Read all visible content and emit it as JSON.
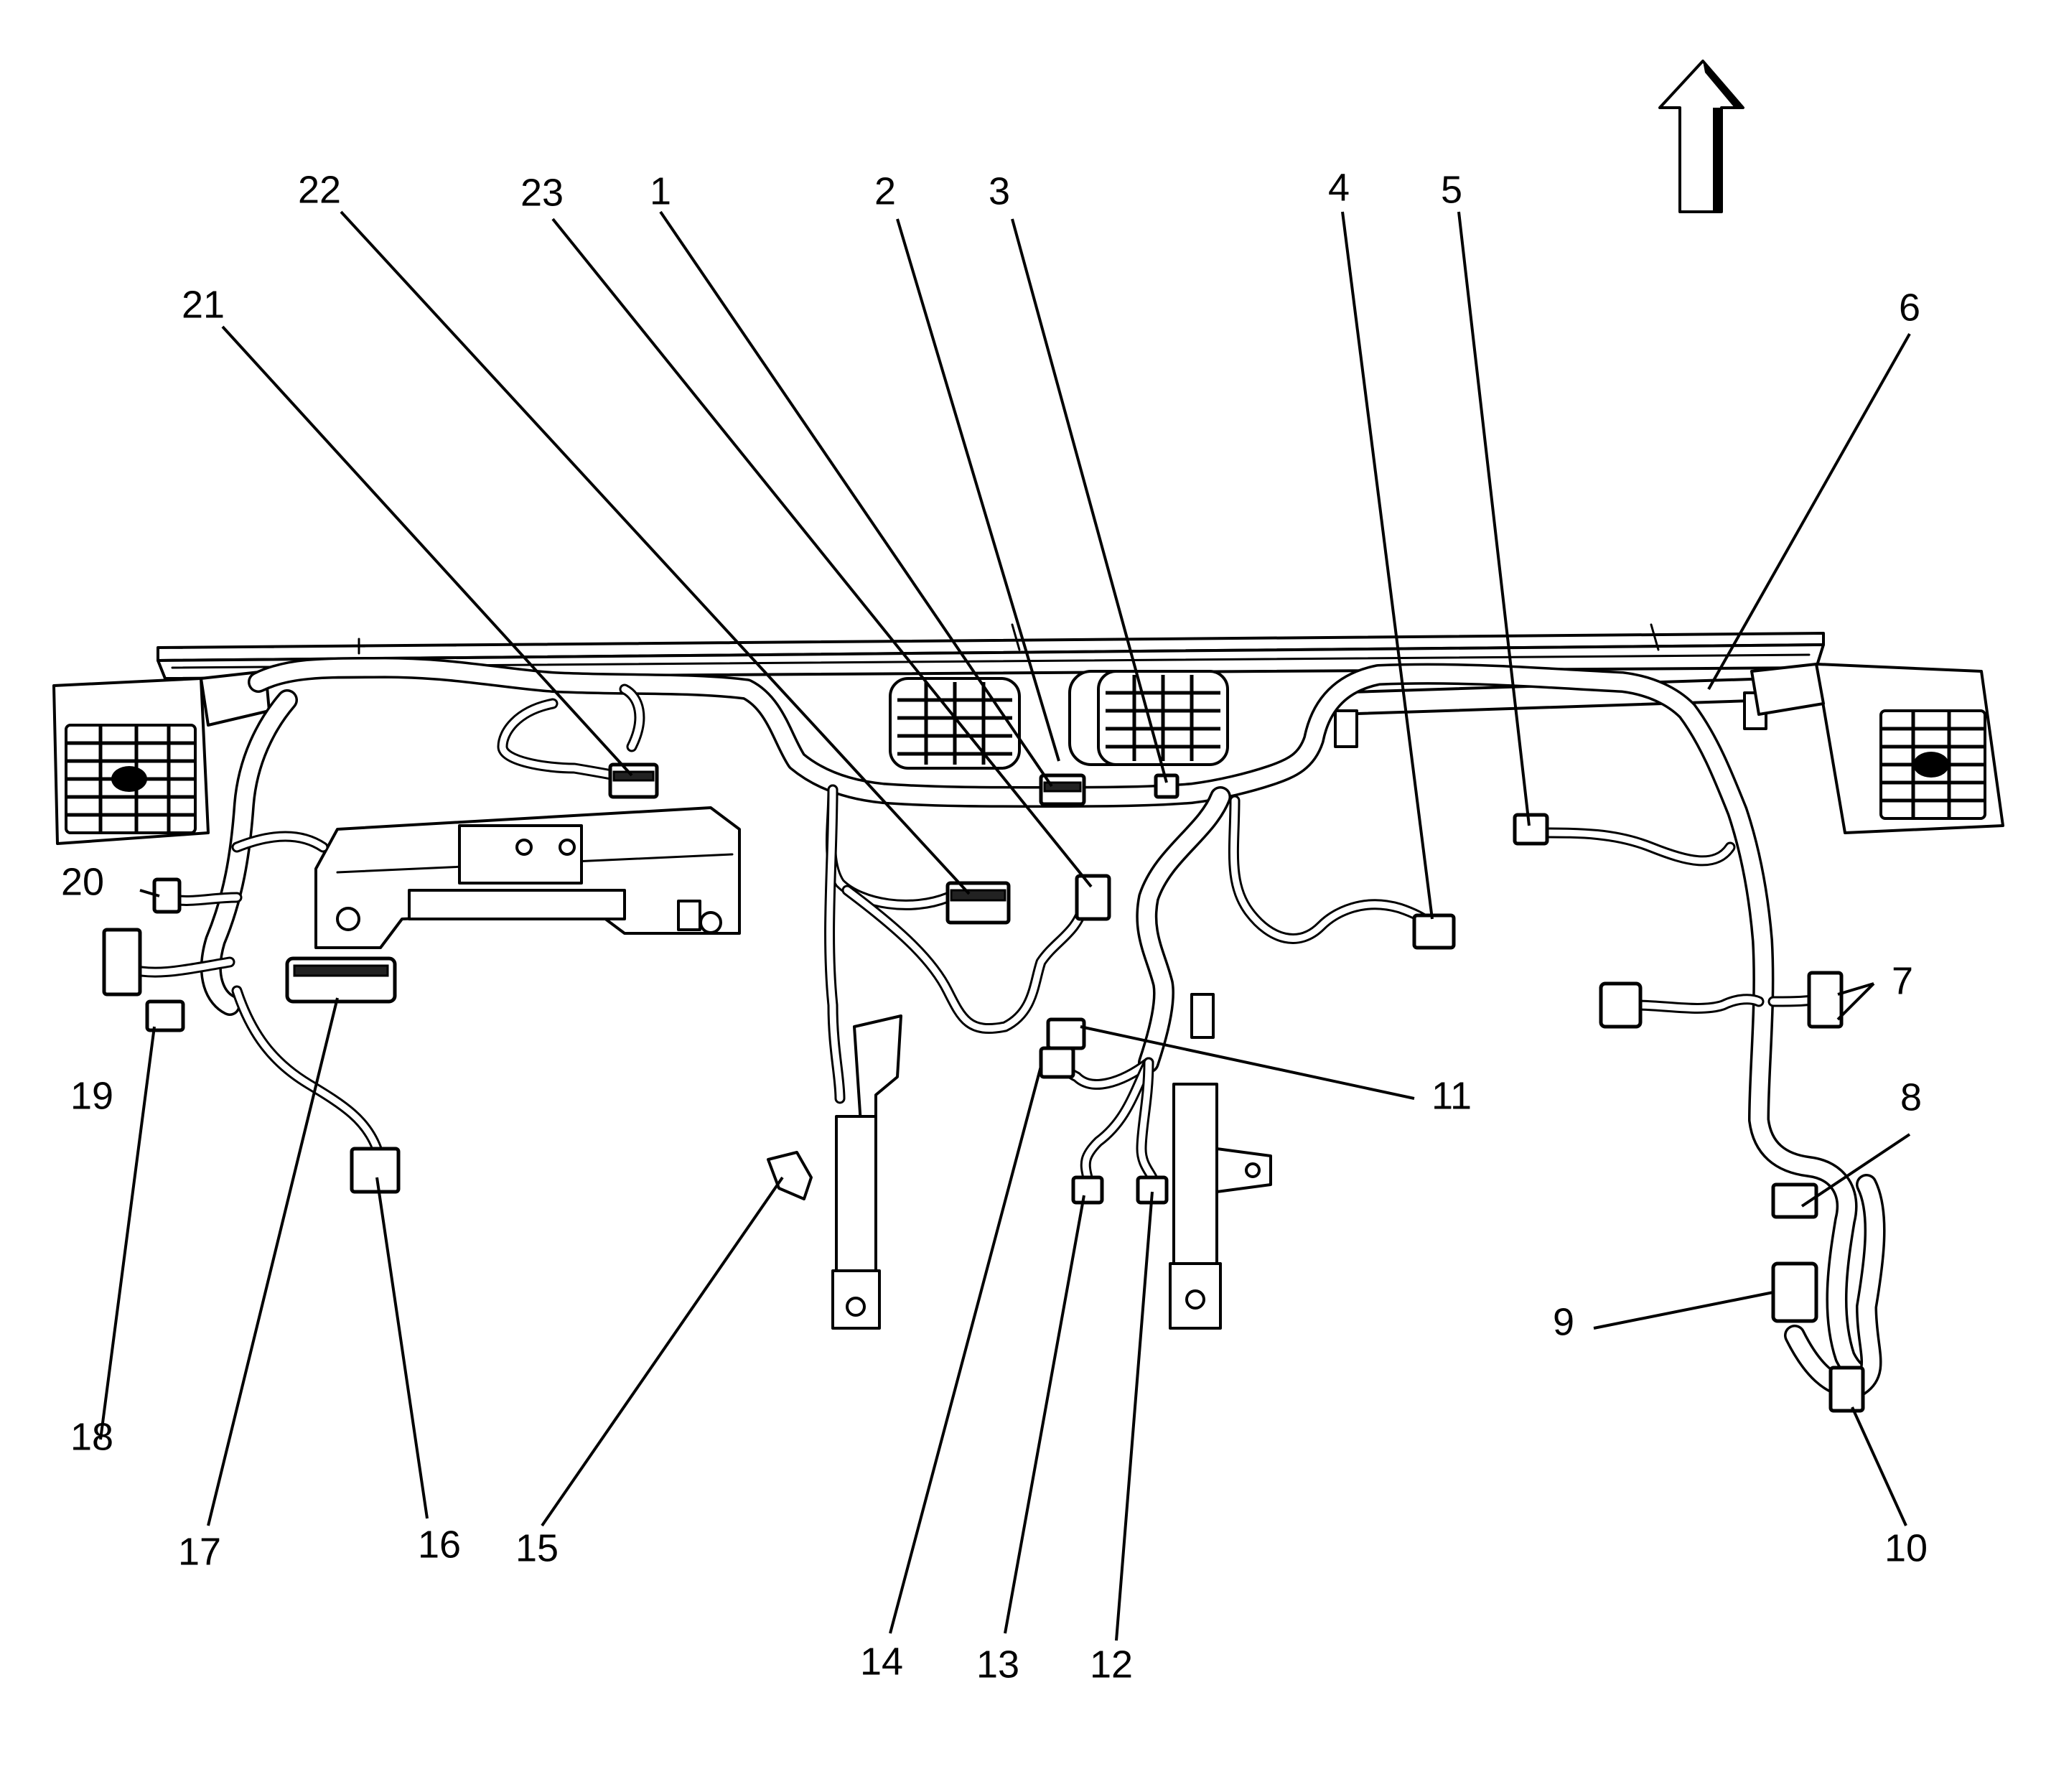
{
  "orientation_icon": "up-arrow-icon",
  "callouts": [
    "1",
    "2",
    "3",
    "4",
    "5",
    "6",
    "7",
    "8",
    "9",
    "10",
    "11",
    "12",
    "13",
    "14",
    "15",
    "16",
    "17",
    "18",
    "19",
    "20",
    "21",
    "22",
    "23"
  ]
}
